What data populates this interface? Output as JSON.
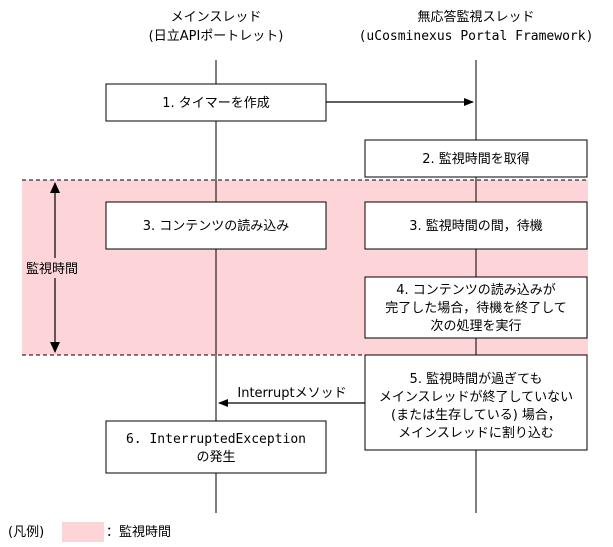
{
  "colors": {
    "band": "#fdd5d8",
    "line": "#000000",
    "box_fill": "#ffffff"
  },
  "lanes": {
    "main": {
      "title": "メインスレッド",
      "subtitle": "(日立APIポートレット)"
    },
    "monitor": {
      "title": "無応答監視スレッド",
      "subtitle": "(uCosminexus Portal Framework)"
    }
  },
  "band_label": "監視時間",
  "steps": {
    "s1": [
      "1. タイマーを作成"
    ],
    "s2": [
      "2. 監視時間を取得"
    ],
    "s3a": [
      "3. コンテンツの読み込み"
    ],
    "s3b": [
      "3. 監視時間の間，待機"
    ],
    "s4": [
      "4. コンテンツの読み込みが",
      "完了した場合，待機を終了して",
      "次の処理を実行"
    ],
    "s5": [
      "5. 監視時間が過ぎても",
      "メインスレッドが終了していない",
      "(または生存している) 場合，",
      "メインスレッドに割り込む"
    ],
    "s6": [
      "6. InterruptedException",
      "の発生"
    ]
  },
  "arrow_label": "Interruptメソッド",
  "legend": {
    "prefix": "(凡例)",
    "text": "：監視時間"
  }
}
